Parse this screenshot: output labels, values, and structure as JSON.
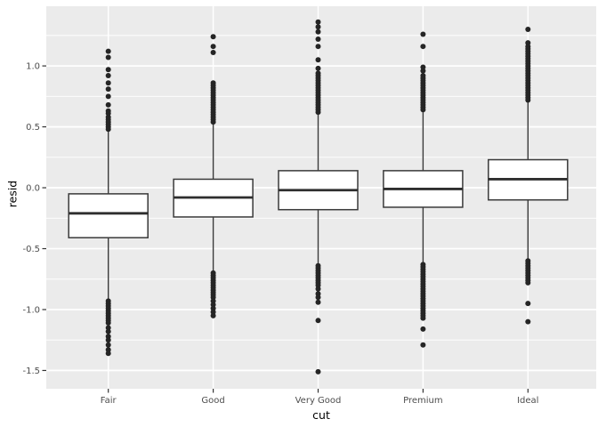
{
  "chart_data": {
    "type": "boxplot",
    "title": "",
    "xlabel": "cut",
    "ylabel": "resid",
    "categories": [
      "Fair",
      "Good",
      "Very Good",
      "Premium",
      "Ideal"
    ],
    "legend": "none",
    "y_axis": {
      "ylim": [
        -1.65,
        1.49
      ],
      "tick_values": [
        1.0,
        0.5,
        0.0,
        -0.5,
        -1.0,
        -1.5
      ],
      "tick_labels": [
        "1.0",
        "0.5",
        "0.0",
        "-0.5",
        "-1.0",
        "-1.5"
      ],
      "minor_tick_values": [
        1.25,
        0.75,
        0.25,
        -0.25,
        -0.75,
        -1.25
      ],
      "grid": true
    },
    "series": [
      {
        "category": "Fair",
        "lower_whisker": -0.92,
        "q1": -0.41,
        "median": -0.21,
        "q3": -0.05,
        "upper_whisker": 0.46,
        "outliers_high": [
          1.12,
          1.07,
          0.97,
          0.92,
          0.86,
          0.81,
          0.75,
          0.68,
          0.63,
          0.61,
          0.58,
          0.56,
          0.54,
          0.52,
          0.5,
          0.48
        ],
        "outliers_low": [
          -0.93,
          -0.95,
          -0.97,
          -0.99,
          -1.01,
          -1.03,
          -1.05,
          -1.07,
          -1.09,
          -1.11,
          -1.15,
          -1.18,
          -1.22,
          -1.25,
          -1.29,
          -1.33,
          -1.36
        ]
      },
      {
        "category": "Good",
        "lower_whisker": -0.69,
        "q1": -0.24,
        "median": -0.08,
        "q3": 0.07,
        "upper_whisker": 0.52,
        "outliers_high": [
          1.24,
          1.16,
          1.11,
          0.86,
          0.84,
          0.82,
          0.8,
          0.78,
          0.76,
          0.74,
          0.72,
          0.7,
          0.68,
          0.66,
          0.64,
          0.62,
          0.6,
          0.58,
          0.56,
          0.54
        ],
        "outliers_low": [
          -0.7,
          -0.72,
          -0.74,
          -0.76,
          -0.78,
          -0.8,
          -0.82,
          -0.84,
          -0.86,
          -0.88,
          -0.9,
          -0.93,
          -0.96,
          -0.99,
          -1.02,
          -1.05
        ]
      },
      {
        "category": "Very Good",
        "lower_whisker": -0.63,
        "q1": -0.18,
        "median": -0.02,
        "q3": 0.14,
        "upper_whisker": 0.6,
        "outliers_high": [
          1.36,
          1.32,
          1.28,
          1.22,
          1.16,
          1.05,
          0.98,
          0.94,
          0.92,
          0.9,
          0.88,
          0.86,
          0.84,
          0.82,
          0.8,
          0.78,
          0.76,
          0.74,
          0.72,
          0.7,
          0.68,
          0.66,
          0.64,
          0.62
        ],
        "outliers_low": [
          -0.64,
          -0.66,
          -0.68,
          -0.7,
          -0.72,
          -0.74,
          -0.76,
          -0.78,
          -0.8,
          -0.83,
          -0.87,
          -0.9,
          -0.94,
          -1.09,
          -1.51
        ]
      },
      {
        "category": "Premium",
        "lower_whisker": -0.61,
        "q1": -0.16,
        "median": -0.01,
        "q3": 0.14,
        "upper_whisker": 0.62,
        "outliers_high": [
          1.26,
          1.16,
          0.99,
          0.96,
          0.92,
          0.9,
          0.88,
          0.86,
          0.84,
          0.82,
          0.8,
          0.78,
          0.76,
          0.74,
          0.72,
          0.7,
          0.68,
          0.66,
          0.64
        ],
        "outliers_low": [
          -0.63,
          -0.65,
          -0.67,
          -0.69,
          -0.71,
          -0.73,
          -0.75,
          -0.77,
          -0.79,
          -0.81,
          -0.83,
          -0.85,
          -0.87,
          -0.89,
          -0.91,
          -0.93,
          -0.95,
          -0.97,
          -0.99,
          -1.01,
          -1.03,
          -1.05,
          -1.07,
          -1.16,
          -1.29
        ]
      },
      {
        "category": "Ideal",
        "lower_whisker": -0.59,
        "q1": -0.1,
        "median": 0.07,
        "q3": 0.23,
        "upper_whisker": 0.71,
        "outliers_high": [
          1.3,
          1.19,
          1.16,
          1.14,
          1.12,
          1.1,
          1.08,
          1.06,
          1.04,
          1.02,
          1.0,
          0.98,
          0.96,
          0.94,
          0.92,
          0.9,
          0.88,
          0.86,
          0.84,
          0.82,
          0.8,
          0.78,
          0.76,
          0.74,
          0.72
        ],
        "outliers_low": [
          -0.6,
          -0.62,
          -0.64,
          -0.66,
          -0.68,
          -0.7,
          -0.72,
          -0.74,
          -0.76,
          -0.78,
          -0.95,
          -1.1
        ]
      }
    ],
    "style": {
      "bg": "#FFFFFF",
      "panel_bg": "#EBEBEB",
      "grid_color": "#FFFFFF",
      "box_fill": "#FFFFFF",
      "box_stroke": "#3A3A3A",
      "median_stroke": "#2E2E2E",
      "point_color": "#252525",
      "tick_mark_color": "#333333",
      "tick_label_color": "#4D4D4D",
      "axis_title_color": "#000000"
    }
  }
}
